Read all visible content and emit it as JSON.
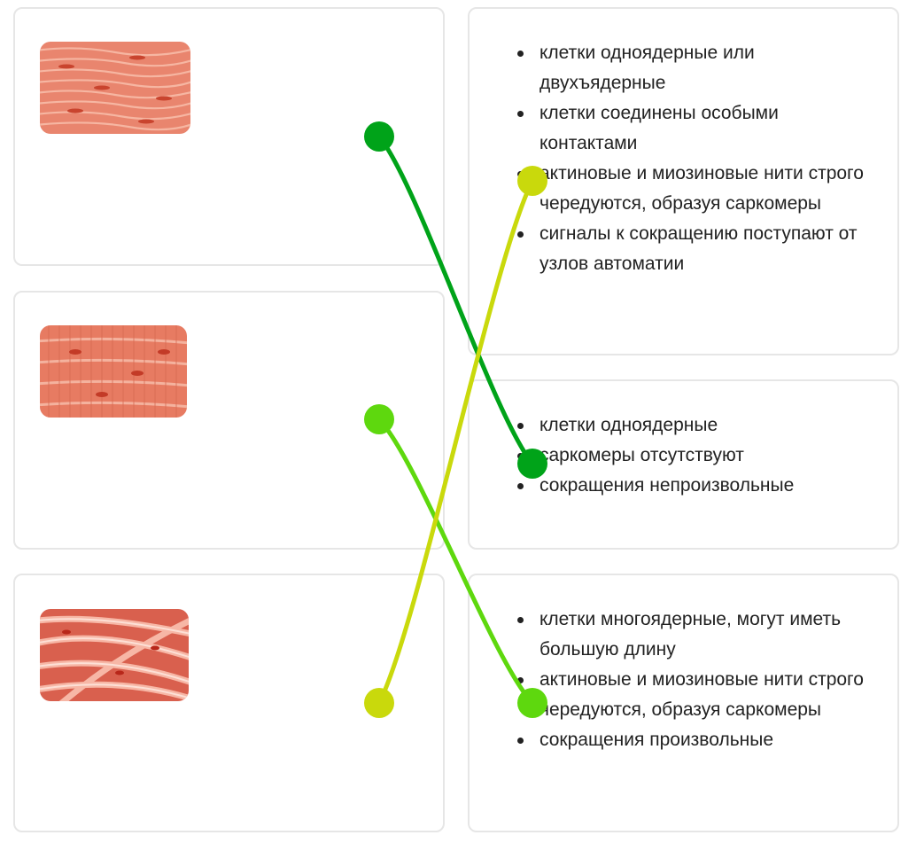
{
  "left_items": [
    {
      "image": "smooth-muscle-tissue-image",
      "dot_color": "#00a319"
    },
    {
      "image": "cardiac-muscle-tissue-image",
      "dot_color": "#5ed80e"
    },
    {
      "image": "skeletal-muscle-tissue-image",
      "dot_color": "#c9d90c"
    }
  ],
  "right_items": [
    {
      "bullets": [
        "клетки одноядерные или двухъядерные",
        "клетки соединены особыми контактами",
        "актиновые и миозиновые нити строго чередуются, образуя саркомеры",
        "сигналы к сокращению поступают от узлов автоматии"
      ],
      "dot_color": "#c9d90c"
    },
    {
      "bullets": [
        "клетки одноядерные",
        "саркомеры отсутствуют",
        "сокращения непроизвольные"
      ],
      "dot_color": "#00a319"
    },
    {
      "bullets": [
        "клетки многоядерные, могут иметь большую длину",
        "актиновые и миозиновые нити строго чередуются, образуя саркомеры",
        "сокращения произвольные"
      ],
      "dot_color": "#5ed80e"
    }
  ],
  "connections": [
    {
      "from": 0,
      "to": 1,
      "color": "#00a319"
    },
    {
      "from": 1,
      "to": 2,
      "color": "#5ed80e"
    },
    {
      "from": 2,
      "to": 0,
      "color": "#c9d90c"
    }
  ]
}
